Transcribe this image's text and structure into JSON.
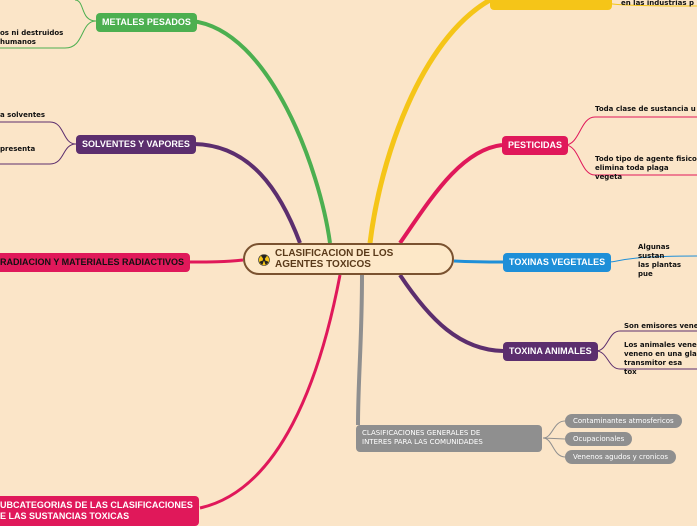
{
  "center": {
    "title": "CLASIFICACION DE LOS\nAGENTES TOXICOS",
    "icon": "radioactive-icon"
  },
  "branches": {
    "metales": {
      "label": "METALES PESADOS",
      "color": "#4caf50",
      "notes": [
        "os ni destruidos",
        "humanos"
      ]
    },
    "solventes": {
      "label": "SOLVENTES Y VAPORES",
      "color": "#5c2e6e",
      "notes": [
        "a solventes",
        "presenta"
      ]
    },
    "radiacion": {
      "label": "RADIACION Y MATERIALES RADIACTIVOS",
      "color": "#e0185a"
    },
    "subcategorias": {
      "label": "UBCATEGORIAS DE LAS CLASIFICACIONES\nE LAS SUSTANCIAS TOXICAS",
      "color": "#e0185a"
    },
    "top_note": "en las industrias p",
    "pesticidas": {
      "label": "PESTICIDAS",
      "color": "#e0185a",
      "notes": [
        "Toda clase de sustancia u",
        "Todo tipo de agente fisico\nelimina toda plaga vegeta"
      ]
    },
    "toxinas_vegetales": {
      "label": "TOXINAS VEGETALES",
      "color": "#1e8fd8",
      "notes": [
        "Algunas sustan\nlas plantas pue"
      ]
    },
    "toxina_animales": {
      "label": "TOXINA ANIMALES",
      "color": "#5c2e6e",
      "notes": [
        "Son emisores vene",
        "Los animales vene\nveneno en una gla\ntransmitor esa tox"
      ]
    },
    "clasificaciones": {
      "label": "CLASIFICACIONES GENERALES DE\nINTERES PARA LAS COMUNIDADES",
      "color": "#8f8f8f",
      "items": [
        "Contaminantes atmosfericos",
        "Ocupacionales",
        "Venenos agudos y cronicos"
      ]
    }
  }
}
